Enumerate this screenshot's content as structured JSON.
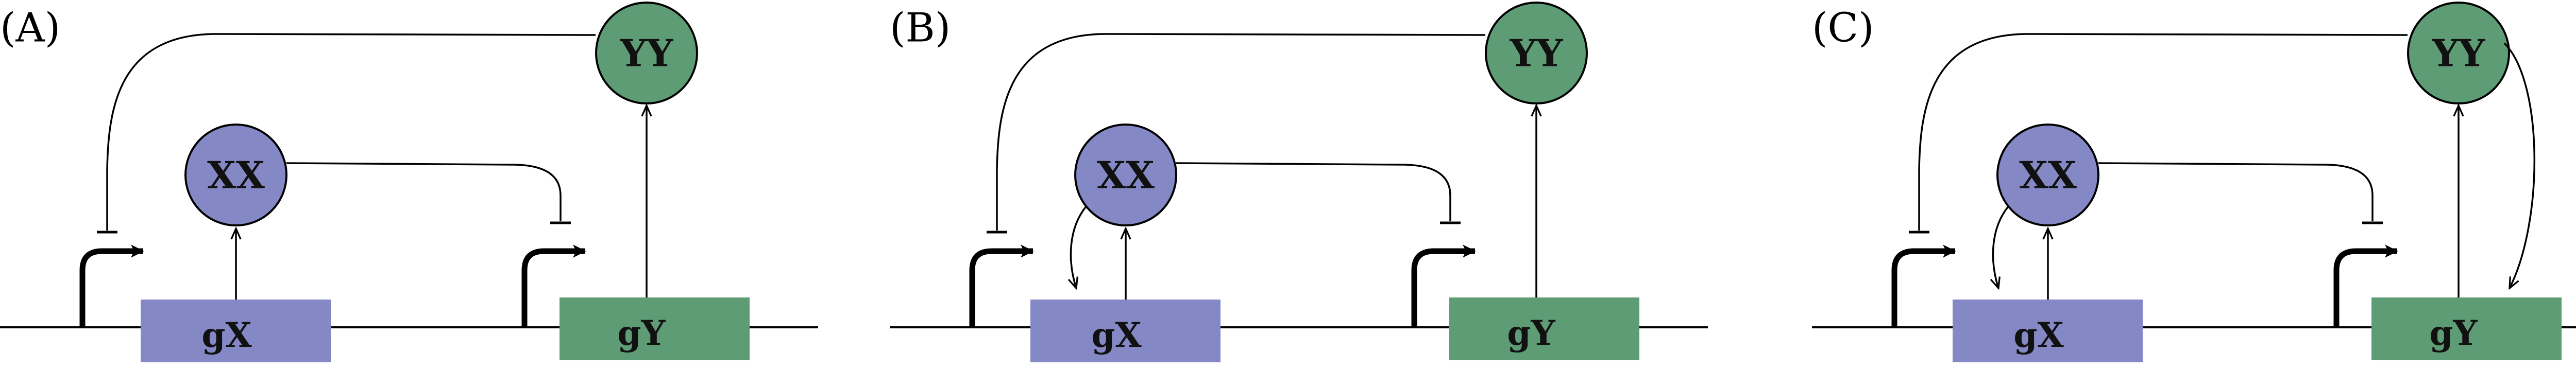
{
  "colors": {
    "protein_x": "#8489c6",
    "protein_y": "#5e9c75",
    "gene_x": "#8489c6",
    "gene_y": "#5e9c75",
    "line": "#000000"
  },
  "panels": [
    {
      "label": "(A)",
      "protein_x": "XX",
      "protein_y": "YY",
      "gene_x": "gX",
      "gene_y": "gY",
      "x_self_activation": false,
      "y_activates_gy": false
    },
    {
      "label": "(B)",
      "protein_x": "XX",
      "protein_y": "YY",
      "gene_x": "gX",
      "gene_y": "gY",
      "x_self_activation": true,
      "y_activates_gy": false
    },
    {
      "label": "(C)",
      "protein_x": "XX",
      "protein_y": "YY",
      "gene_x": "gX",
      "gene_y": "gY",
      "x_self_activation": true,
      "y_activates_gy": true
    }
  ]
}
